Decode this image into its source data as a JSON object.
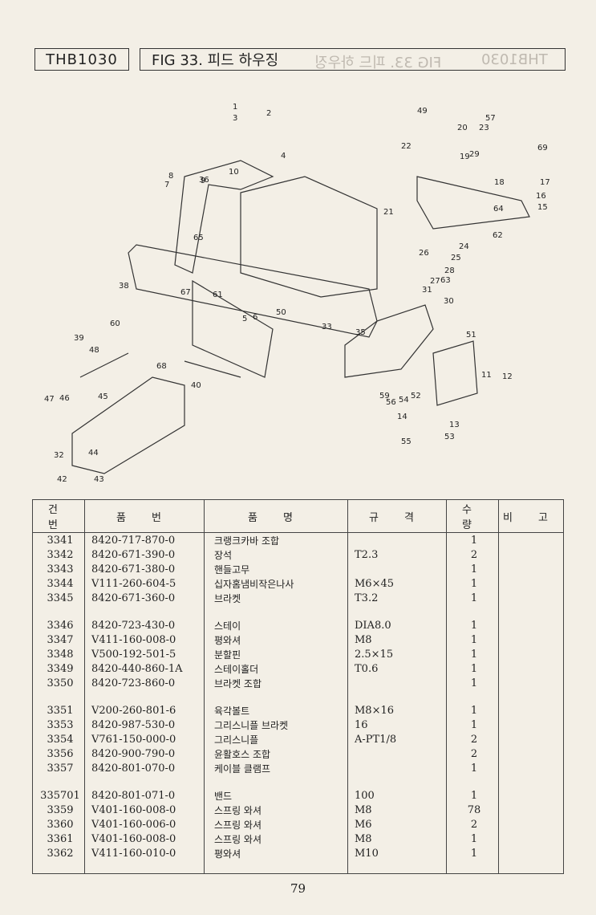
{
  "header": {
    "model": "THB1030",
    "figure_title": "FIG 33. 피드 하우징"
  },
  "diagram": {
    "callouts": [
      "1",
      "2",
      "3",
      "4",
      "5",
      "6",
      "7",
      "8",
      "9",
      "10",
      "11",
      "12",
      "13",
      "14",
      "15",
      "16",
      "17",
      "18",
      "19",
      "20",
      "21",
      "22",
      "23",
      "24",
      "25",
      "26",
      "27",
      "28",
      "29",
      "30",
      "31",
      "32",
      "33",
      "35",
      "36",
      "38",
      "39",
      "40",
      "42",
      "43",
      "44",
      "45",
      "46",
      "47",
      "48",
      "49",
      "50",
      "51",
      "52",
      "53",
      "54",
      "55",
      "56",
      "57",
      "59",
      "60",
      "61",
      "62",
      "63",
      "64",
      "65",
      "67",
      "68",
      "69"
    ]
  },
  "table": {
    "headers": [
      "건 번",
      "품 번",
      "품 명",
      "규 격",
      "수 량",
      "비 고"
    ],
    "groups": [
      [
        [
          "3341",
          "8420-717-870-0",
          "크랭크카바 조합",
          "",
          "1",
          ""
        ],
        [
          "3342",
          "8420-671-390-0",
          "장석",
          "T2.3",
          "2",
          ""
        ],
        [
          "3343",
          "8420-671-380-0",
          "핸들고무",
          "",
          "1",
          ""
        ],
        [
          "3344",
          "V111-260-604-5",
          "십자홈냄비작은나사",
          "M6×45",
          "1",
          ""
        ],
        [
          "3345",
          "8420-671-360-0",
          "브라켓",
          "T3.2",
          "1",
          ""
        ]
      ],
      [
        [
          "3346",
          "8420-723-430-0",
          "스테이",
          "DIA8.0",
          "1",
          ""
        ],
        [
          "3347",
          "V411-160-008-0",
          "평와셔",
          "M8",
          "1",
          ""
        ],
        [
          "3348",
          "V500-192-501-5",
          "분할핀",
          "2.5×15",
          "1",
          ""
        ],
        [
          "3349",
          "8420-440-860-1A",
          "스테이홀더",
          "T0.6",
          "1",
          ""
        ],
        [
          "3350",
          "8420-723-860-0",
          "브라켓 조합",
          "",
          "1",
          ""
        ]
      ],
      [
        [
          "3351",
          "V200-260-801-6",
          "육각볼트",
          "M8×16",
          "1",
          ""
        ],
        [
          "3353",
          "8420-987-530-0",
          "그리스니플 브라켓",
          "16",
          "1",
          ""
        ],
        [
          "3354",
          "V761-150-000-0",
          "그리스니플",
          "A-PT1/8",
          "2",
          ""
        ],
        [
          "3356",
          "8420-900-790-0",
          "윤활호스 조합",
          "",
          "2",
          ""
        ],
        [
          "3357",
          "8420-801-070-0",
          "케이블 클램프",
          "",
          "1",
          ""
        ]
      ],
      [
        [
          "335701",
          "8420-801-071-0",
          "밴드",
          "100",
          "1",
          ""
        ],
        [
          "3359",
          "V401-160-008-0",
          "스프링 와셔",
          "M8",
          "78",
          ""
        ],
        [
          "3360",
          "V401-160-006-0",
          "스프링 와셔",
          "M6",
          "2",
          ""
        ],
        [
          "3361",
          "V401-160-008-0",
          "스프링 와셔",
          "M8",
          "1",
          ""
        ],
        [
          "3362",
          "V411-160-010-0",
          "평와셔",
          "M10",
          "1",
          ""
        ]
      ]
    ]
  },
  "footer": {
    "page_number": "79"
  }
}
